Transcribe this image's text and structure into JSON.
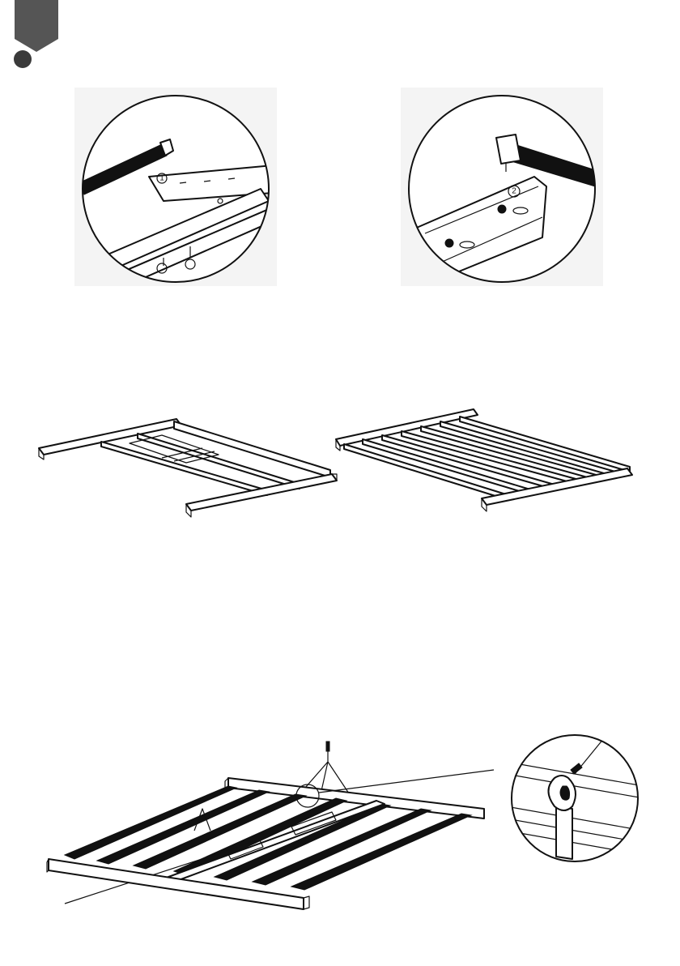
{
  "page": {
    "accent_color": "#555555",
    "marker_color": "#3a3a3a"
  },
  "step1": {
    "detail_left": {
      "callout": "1",
      "icon": "bracket-align-detail"
    },
    "detail_right": {
      "callout": "2",
      "icon": "screw-fasten-detail"
    }
  },
  "step2": {
    "frame_partial": {
      "icon": "frame-partial-assembly"
    },
    "frame_complete": {
      "icon": "frame-complete-assembly"
    }
  },
  "step3": {
    "hanging_fixture": {
      "icon": "hanging-fixture"
    },
    "hook_detail": {
      "icon": "hook-carabiner-detail"
    }
  }
}
